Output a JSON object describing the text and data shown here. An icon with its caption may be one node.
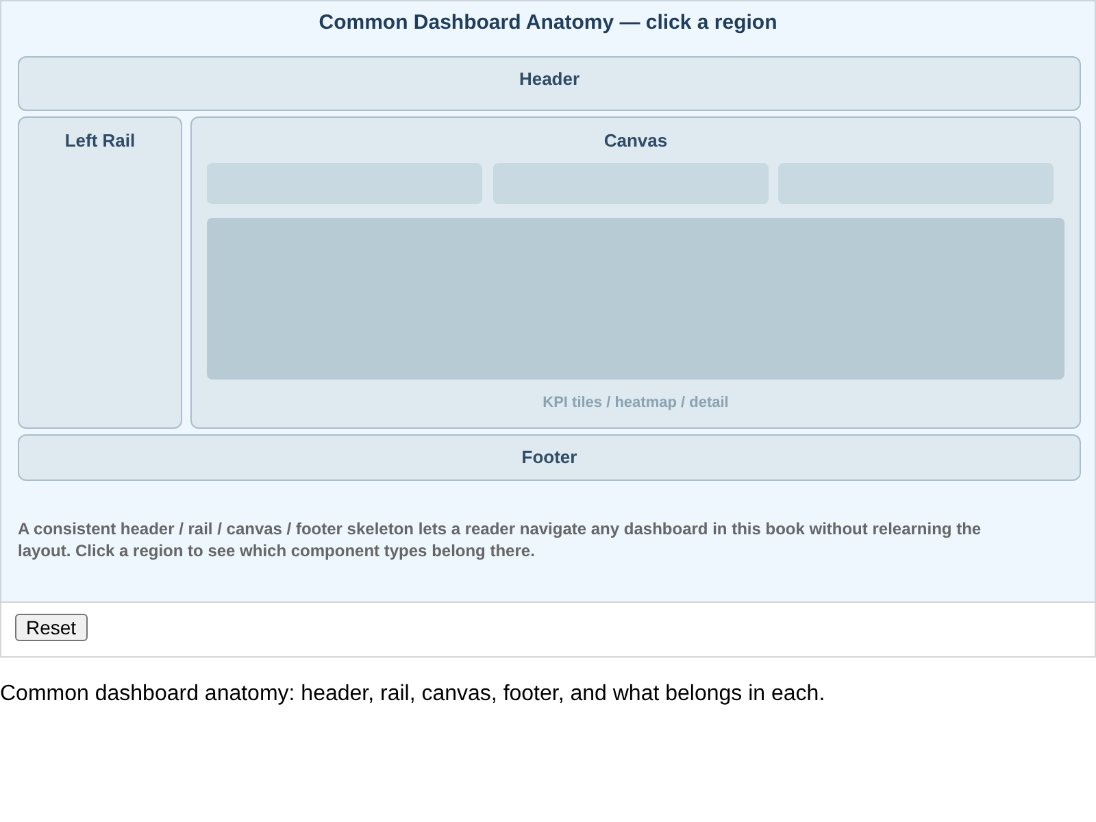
{
  "diagram": {
    "title": "Common Dashboard Anatomy — click a region",
    "nodes": [
      {
        "text": [
          "Header"
        ]
      },
      {
        "text": [
          "Left Rail"
        ]
      },
      {
        "text": [
          "Canvas",
          "KPI tiles / heatmap / detail"
        ]
      },
      {
        "text": [],
        "shape": "box",
        "in": 2
      },
      {
        "text": [],
        "shape": "box",
        "in": 2
      },
      {
        "text": [],
        "shape": "box",
        "in": 2
      },
      {
        "text": [],
        "shape": "box",
        "in": 2
      },
      {
        "text": [
          "Footer"
        ]
      }
    ],
    "labels": [
      "A consistent header / rail / canvas / footer skeleton lets a reader navigate any dashboard in this book without relearning the layout. Click a region to see which component types belong there.",
      "Reset"
    ],
    "caption": "Common dashboard anatomy: header, rail, canvas, footer, and what belongs in each."
  }
}
